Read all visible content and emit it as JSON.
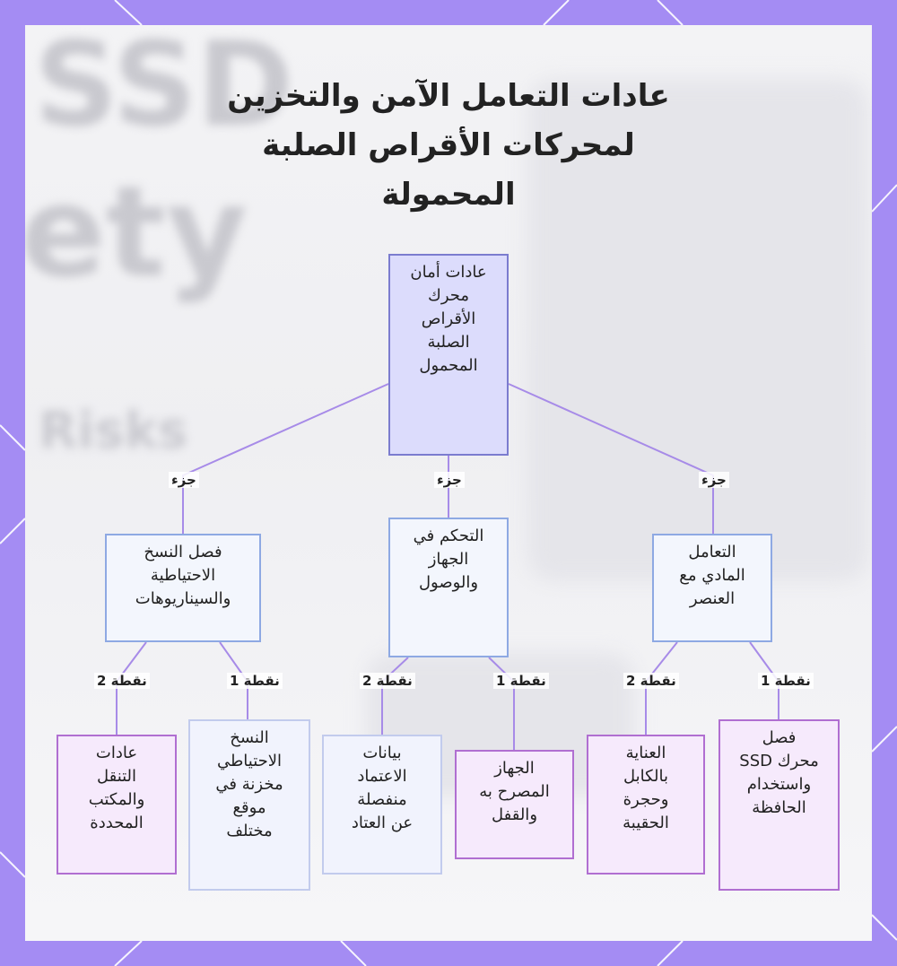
{
  "title_lines": [
    "عادات التعامل الآمن والتخزين",
    "لمحركات الأقراص الصلبة",
    "المحمولة"
  ],
  "background_text": [
    "SSD",
    "ety",
    "Risks"
  ],
  "root": {
    "label": "عادات أمان\nمحرك\nالأقراص\nالصلبة\nالمحمول"
  },
  "edge_labels": {
    "part": "جزء",
    "point1": "نقطة 1",
    "point2": "نقطة 2"
  },
  "categories": [
    {
      "label": "التعامل\nالمادي مع\nالعنصر"
    },
    {
      "label": "التحكم في\nالجهاز\nوالوصول"
    },
    {
      "label": "فصل النسخ\nالاحتياطية\nوالسيناريوهات"
    }
  ],
  "leaves": [
    {
      "label": "فصل\nمحرك SSD\nواستخدام\nالحافظة"
    },
    {
      "label": "العناية\nبالكابل\nوحجرة\nالحقيبة"
    },
    {
      "label": "الجهاز\nالمصرح به\nوالقفل"
    },
    {
      "label": "بيانات\nالاعتماد\nمنفصلة\nعن العتاد"
    },
    {
      "label": "النسخ\nالاحتياطي\nمخزنة في\nموقع\nمختلف"
    },
    {
      "label": "عادات\nالتنقل\nوالمكتب\nالمحددة"
    }
  ],
  "colors": {
    "frame": "#a48cf3",
    "edge": "#a78be8",
    "root_fill": "#dcdcfc",
    "category_fill": "#f3f6fd",
    "leaf_fill": "#f6eafc"
  }
}
